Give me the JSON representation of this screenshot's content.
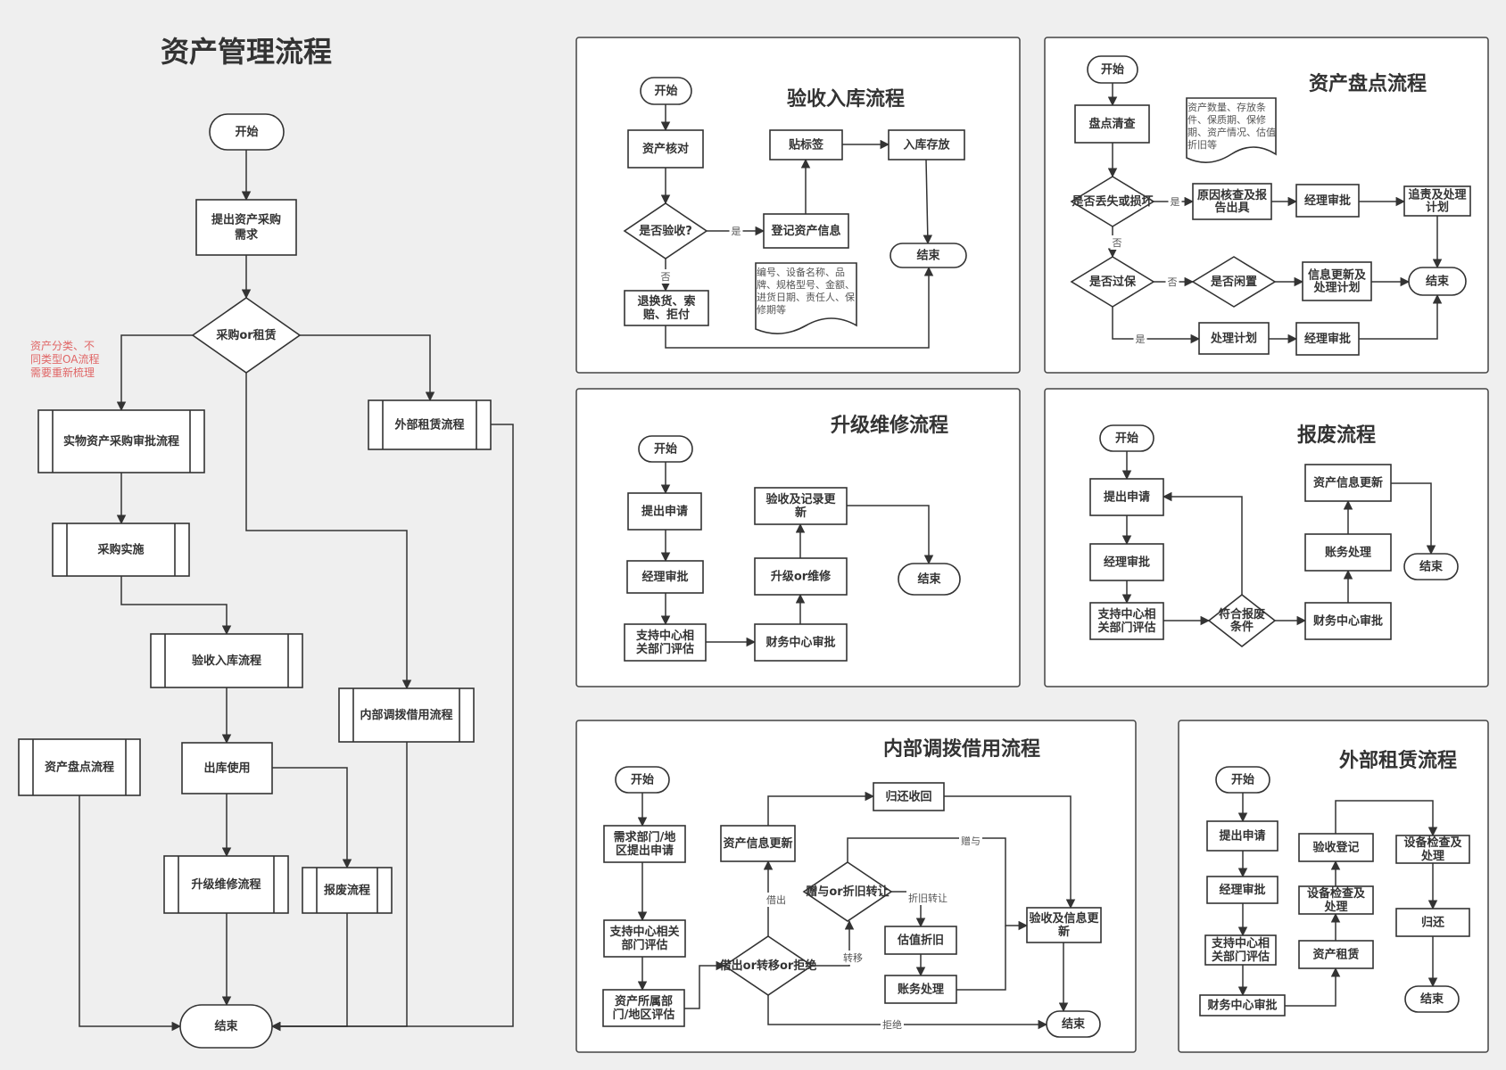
{
  "main": {
    "title": "资产管理流程",
    "annotation": [
      "资产分类、不",
      "同类型OA流程",
      "需要重新梳理"
    ],
    "nodes": {
      "start": "开始",
      "request": [
        "提出资产采购",
        "需求"
      ],
      "decision": "采购or租赁",
      "purchase_approval": "实物资产采购审批流程",
      "external_lease": "外部租赁流程",
      "purchase_exec": "采购实施",
      "acceptance": "验收入库流程",
      "internal_transfer": "内部调拨借用流程",
      "inventory": "资产盘点流程",
      "outbound_use": "出库使用",
      "upgrade_repair": "升级维修流程",
      "scrap": "报废流程",
      "end": "结束"
    }
  },
  "acceptance_panel": {
    "title": "验收入库流程",
    "nodes": {
      "start": "开始",
      "verify": "资产核对",
      "decision": "是否验收?",
      "register": "登记资产信息",
      "label": "贴标签",
      "store": "入库存放",
      "end": "结束",
      "reject": [
        "退换货、索",
        "赔、拒付"
      ]
    },
    "edge_labels": {
      "yes": "是",
      "no": "否"
    },
    "note": [
      "编号、设备名称、品",
      "牌、规格型号、金额、",
      "进货日期、责任人、保",
      "修期等"
    ]
  },
  "inventory_panel": {
    "title": "资产盘点流程",
    "nodes": {
      "start": "开始",
      "check": "盘点清查",
      "lost_decision": "是否丢失或损坏",
      "cause_report": [
        "原因核查及报",
        "告出具"
      ],
      "manager_approval_1": "经理审批",
      "accountability": [
        "追责及处理",
        "计划"
      ],
      "warranty_decision": "是否过保",
      "idle_decision": "是否闲置",
      "info_update": [
        "信息更新及",
        "处理计划"
      ],
      "end": "结束",
      "plan": "处理计划",
      "manager_approval_2": "经理审批"
    },
    "edge_labels": {
      "yes": "是",
      "no": "否"
    },
    "note": [
      "资产数量、存放条",
      "件、保质期、保修",
      "期、资产情况、估值",
      "折旧等"
    ]
  },
  "upgrade_panel": {
    "title": "升级维修流程",
    "nodes": {
      "start": "开始",
      "apply": "提出申请",
      "manager": "经理审批",
      "evaluate": [
        "支持中心相",
        "关部门评估"
      ],
      "finance": "财务中心审批",
      "upgrade_or_repair": "升级or维修",
      "accept_update": [
        "验收及记录更",
        "新"
      ],
      "end": "结束"
    }
  },
  "scrap_panel": {
    "title": "报废流程",
    "nodes": {
      "start": "开始",
      "apply": "提出申请",
      "manager": "经理审批",
      "evaluate": [
        "支持中心相",
        "关部门评估"
      ],
      "decision": [
        "符合报废",
        "条件"
      ],
      "finance": "财务中心审批",
      "accounting": "账务处理",
      "info_update": "资产信息更新",
      "end": "结束"
    }
  },
  "transfer_panel": {
    "title": "内部调拨借用流程",
    "nodes": {
      "start": "开始",
      "apply": [
        "需求部门/地",
        "区提出申请"
      ],
      "evaluate": [
        "支持中心相关",
        "部门评估"
      ],
      "owner_eval": [
        "资产所属部",
        "门/地区评估"
      ],
      "decision": "借出or转移or拒绝",
      "info_update": "资产信息更新",
      "return": "归还收回",
      "gift_decision": "赠与or折旧转让",
      "depreciation": "估值折旧",
      "accounting": "账务处理",
      "accept_update": [
        "验收及信息更",
        "新"
      ],
      "end": "结束"
    },
    "edge_labels": {
      "lend": "借出",
      "transfer": "转移",
      "reject": "拒绝",
      "gift": "赠与",
      "depr_transfer": "折旧转让"
    }
  },
  "lease_panel": {
    "title": "外部租赁流程",
    "nodes": {
      "start": "开始",
      "apply": "提出申请",
      "manager": "经理审批",
      "evaluate": [
        "支持中心相",
        "关部门评估"
      ],
      "finance": "财务中心审批",
      "lease": "资产租赁",
      "inspect_1": [
        "设备检查及",
        "处理"
      ],
      "register": "验收登记",
      "inspect_2": [
        "设备检查及",
        "处理"
      ],
      "return": "归还",
      "end": "结束"
    }
  }
}
